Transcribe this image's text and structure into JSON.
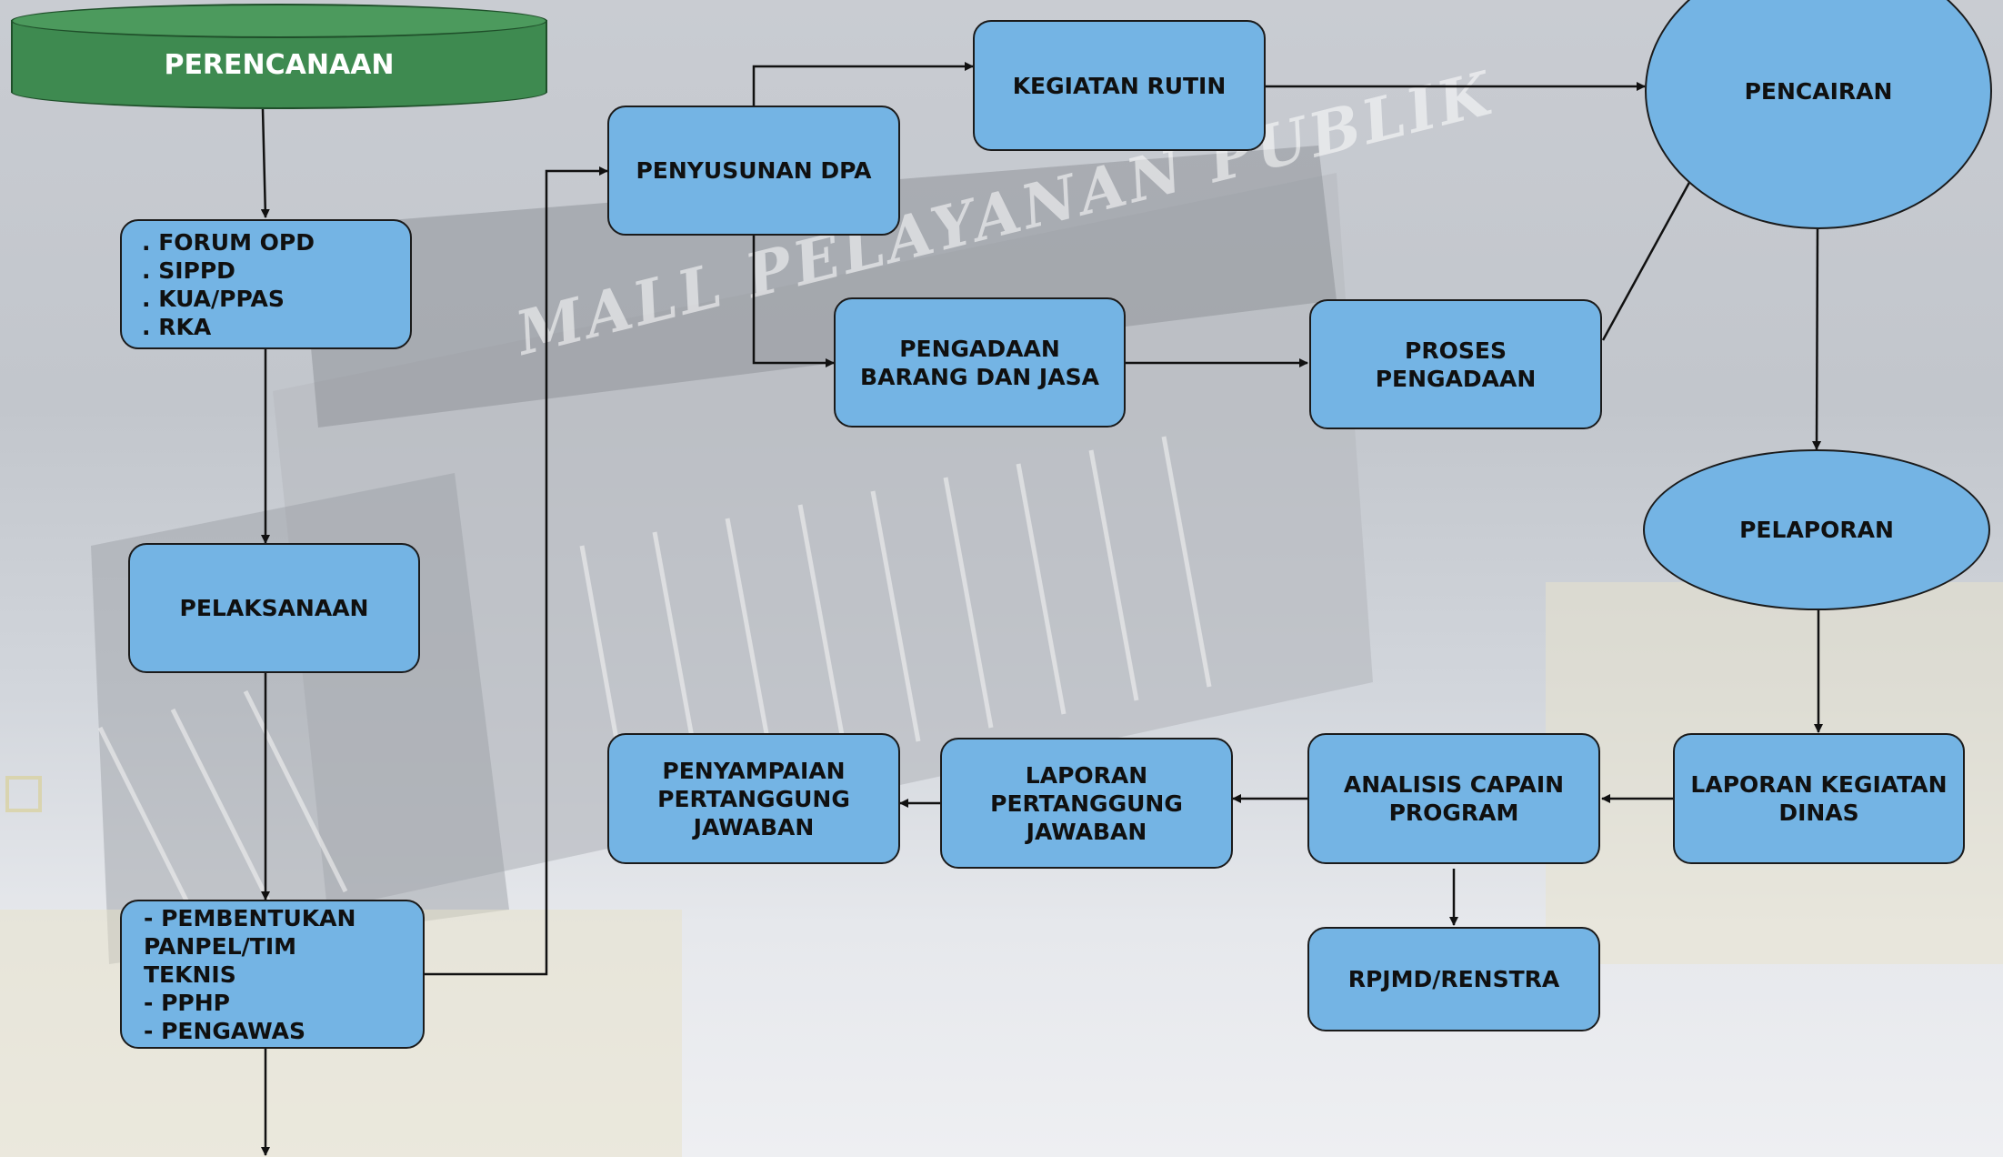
{
  "diagram": {
    "nodes": {
      "perencanaan": "PERENCANAAN",
      "forum": ". FORUM OPD\n. SIPPD\n. KUA/PPAS\n. RKA",
      "pelaksanaan": "PELAKSANAAN",
      "pembentukan": "-  PEMBENTUKAN\n   PANPEL/TIM\n   TEKNIS\n-  PPHP\n-  PENGAWAS",
      "penyusunan_dpa": "PENYUSUNAN DPA",
      "kegiatan_rutin": "KEGIATAN RUTIN",
      "pengadaan": "PENGADAAN\nBARANG DAN JASA",
      "proses_pengadaan": "PROSES\nPENGADAAN",
      "pencairan": "PENCAIRAN",
      "pelaporan": "PELAPORAN",
      "laporan_kegiatan": "LAPORAN KEGIATAN\nDINAS",
      "analisis": "ANALISIS CAPAIN\nPROGRAM",
      "laporan_pertanggung": "LAPORAN\nPERTANGGUNG\nJAWABAN",
      "penyampaian": "PENYAMPAIAN\nPERTANGGUNG\nJAWABAN",
      "rpjmd": "RPJMD/RENSTRA"
    },
    "background_sign": "MALL PELAYANAN PUBLIK",
    "colors": {
      "node_fill": "#74b4e4",
      "cylinder_fill": "#3e8a50",
      "stroke": "#1b1b1b"
    }
  }
}
